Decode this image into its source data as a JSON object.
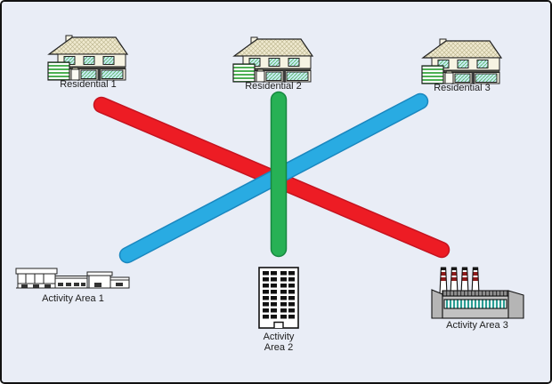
{
  "diagram": {
    "background_color": "#e9edf6",
    "border_color": "#111111",
    "nodes": {
      "residential_1": {
        "label": "Residential 1",
        "icon": "house-icon"
      },
      "residential_2": {
        "label": "Residential 2",
        "icon": "house-icon"
      },
      "residential_3": {
        "label": "Residential 3",
        "icon": "house-icon"
      },
      "activity_area_1": {
        "label": "Activity Area 1",
        "icon": "strip-mall-icon"
      },
      "activity_area_2": {
        "label_line1": "Activity",
        "label_line2": "Area 2",
        "icon": "office-building-icon"
      },
      "activity_area_3": {
        "label": "Activity Area 3",
        "icon": "factory-icon"
      }
    },
    "links": [
      {
        "id": "red-link",
        "color": "#ed1c24",
        "from": "Residential 1",
        "to": "Activity Area 3"
      },
      {
        "id": "blue-link",
        "color": "#29abe2",
        "from": "Residential 3",
        "to": "Activity Area 1"
      },
      {
        "id": "green-link",
        "color": "#27b155",
        "from": "Residential 2",
        "to": "Activity Area 2"
      }
    ]
  }
}
